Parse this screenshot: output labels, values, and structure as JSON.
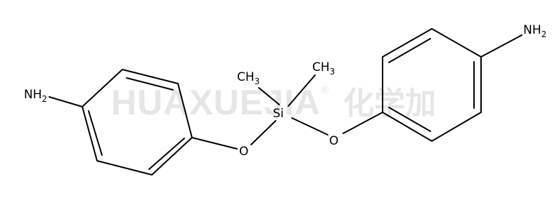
{
  "watermark": {
    "brand": "HUAXUEJIA",
    "registered": "®",
    "cjk": "化学加"
  },
  "atoms": {
    "nh2_left": {
      "symbol": "NH",
      "sub": "2"
    },
    "nh2_right": {
      "symbol": "NH",
      "sub": "2"
    },
    "o_left": {
      "symbol": "O"
    },
    "o_right": {
      "symbol": "O"
    },
    "si": {
      "symbol": "Si"
    },
    "ch3_left": {
      "symbol": "CH",
      "sub": "3"
    },
    "ch3_right": {
      "symbol": "CH",
      "sub": "3"
    }
  }
}
